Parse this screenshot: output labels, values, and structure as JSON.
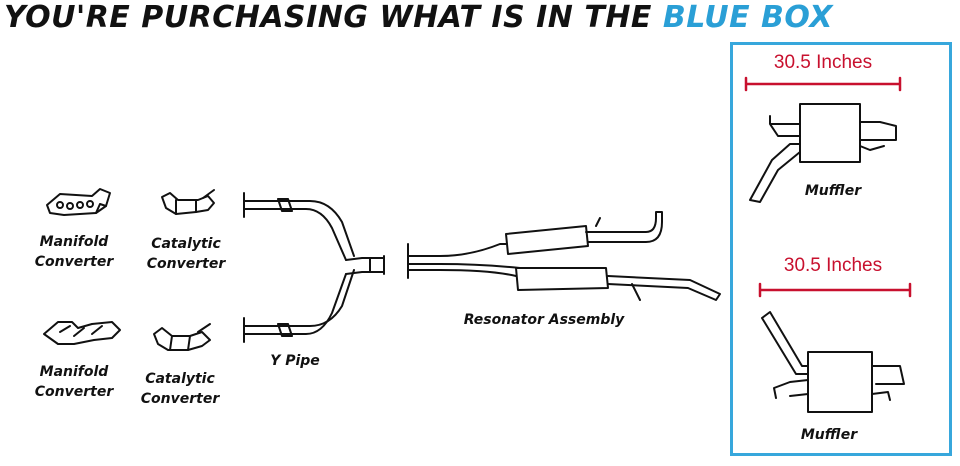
{
  "headline": {
    "text": "YOU'RE PURCHASING WHAT IS IN THE",
    "highlight": "BLUE BOX",
    "highlight_color": "#2a9fd6"
  },
  "labels": {
    "manifold_top": [
      "Manifold",
      "Converter"
    ],
    "catalytic_top": [
      "Catalytic",
      "Converter"
    ],
    "manifold_bottom": [
      "Manifold",
      "Converter"
    ],
    "catalytic_bottom": [
      "Catalytic",
      "Converter"
    ],
    "y_pipe": "Y Pipe",
    "resonator": "Resonator Assembly",
    "muffler_top": "Muffler",
    "muffler_bottom": "Muffler"
  },
  "dimensions": {
    "top": "30.5 Inches",
    "bottom": "30.5 Inches",
    "color": "#c8102e"
  },
  "box": {
    "border_color": "#37a7dc"
  }
}
